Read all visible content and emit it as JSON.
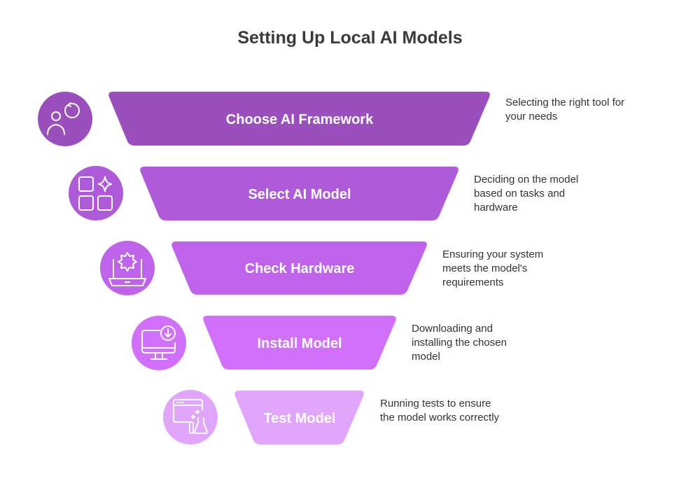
{
  "title": "Setting Up Local AI Models",
  "steps": [
    {
      "label": "Choose AI Framework",
      "description": "Selecting the right tool for your needs",
      "icon": "person-refresh-icon",
      "color": "#9a4fbd"
    },
    {
      "label": "Select AI Model",
      "description": "Deciding on the model based on tasks and hardware",
      "icon": "apps-sparkle-icon",
      "color": "#ae5ad9"
    },
    {
      "label": "Check Hardware",
      "description": "Ensuring your system meets the model's requirements",
      "icon": "laptop-gear-icon",
      "color": "#bf63ea"
    },
    {
      "label": "Install Model",
      "description": "Downloading and installing the chosen model",
      "icon": "monitor-download-icon",
      "color": "#d170fb"
    },
    {
      "label": "Test Model",
      "description": "Running tests to ensure the model works correctly",
      "icon": "browser-flask-icon",
      "color": "#e1a6fb"
    }
  ]
}
